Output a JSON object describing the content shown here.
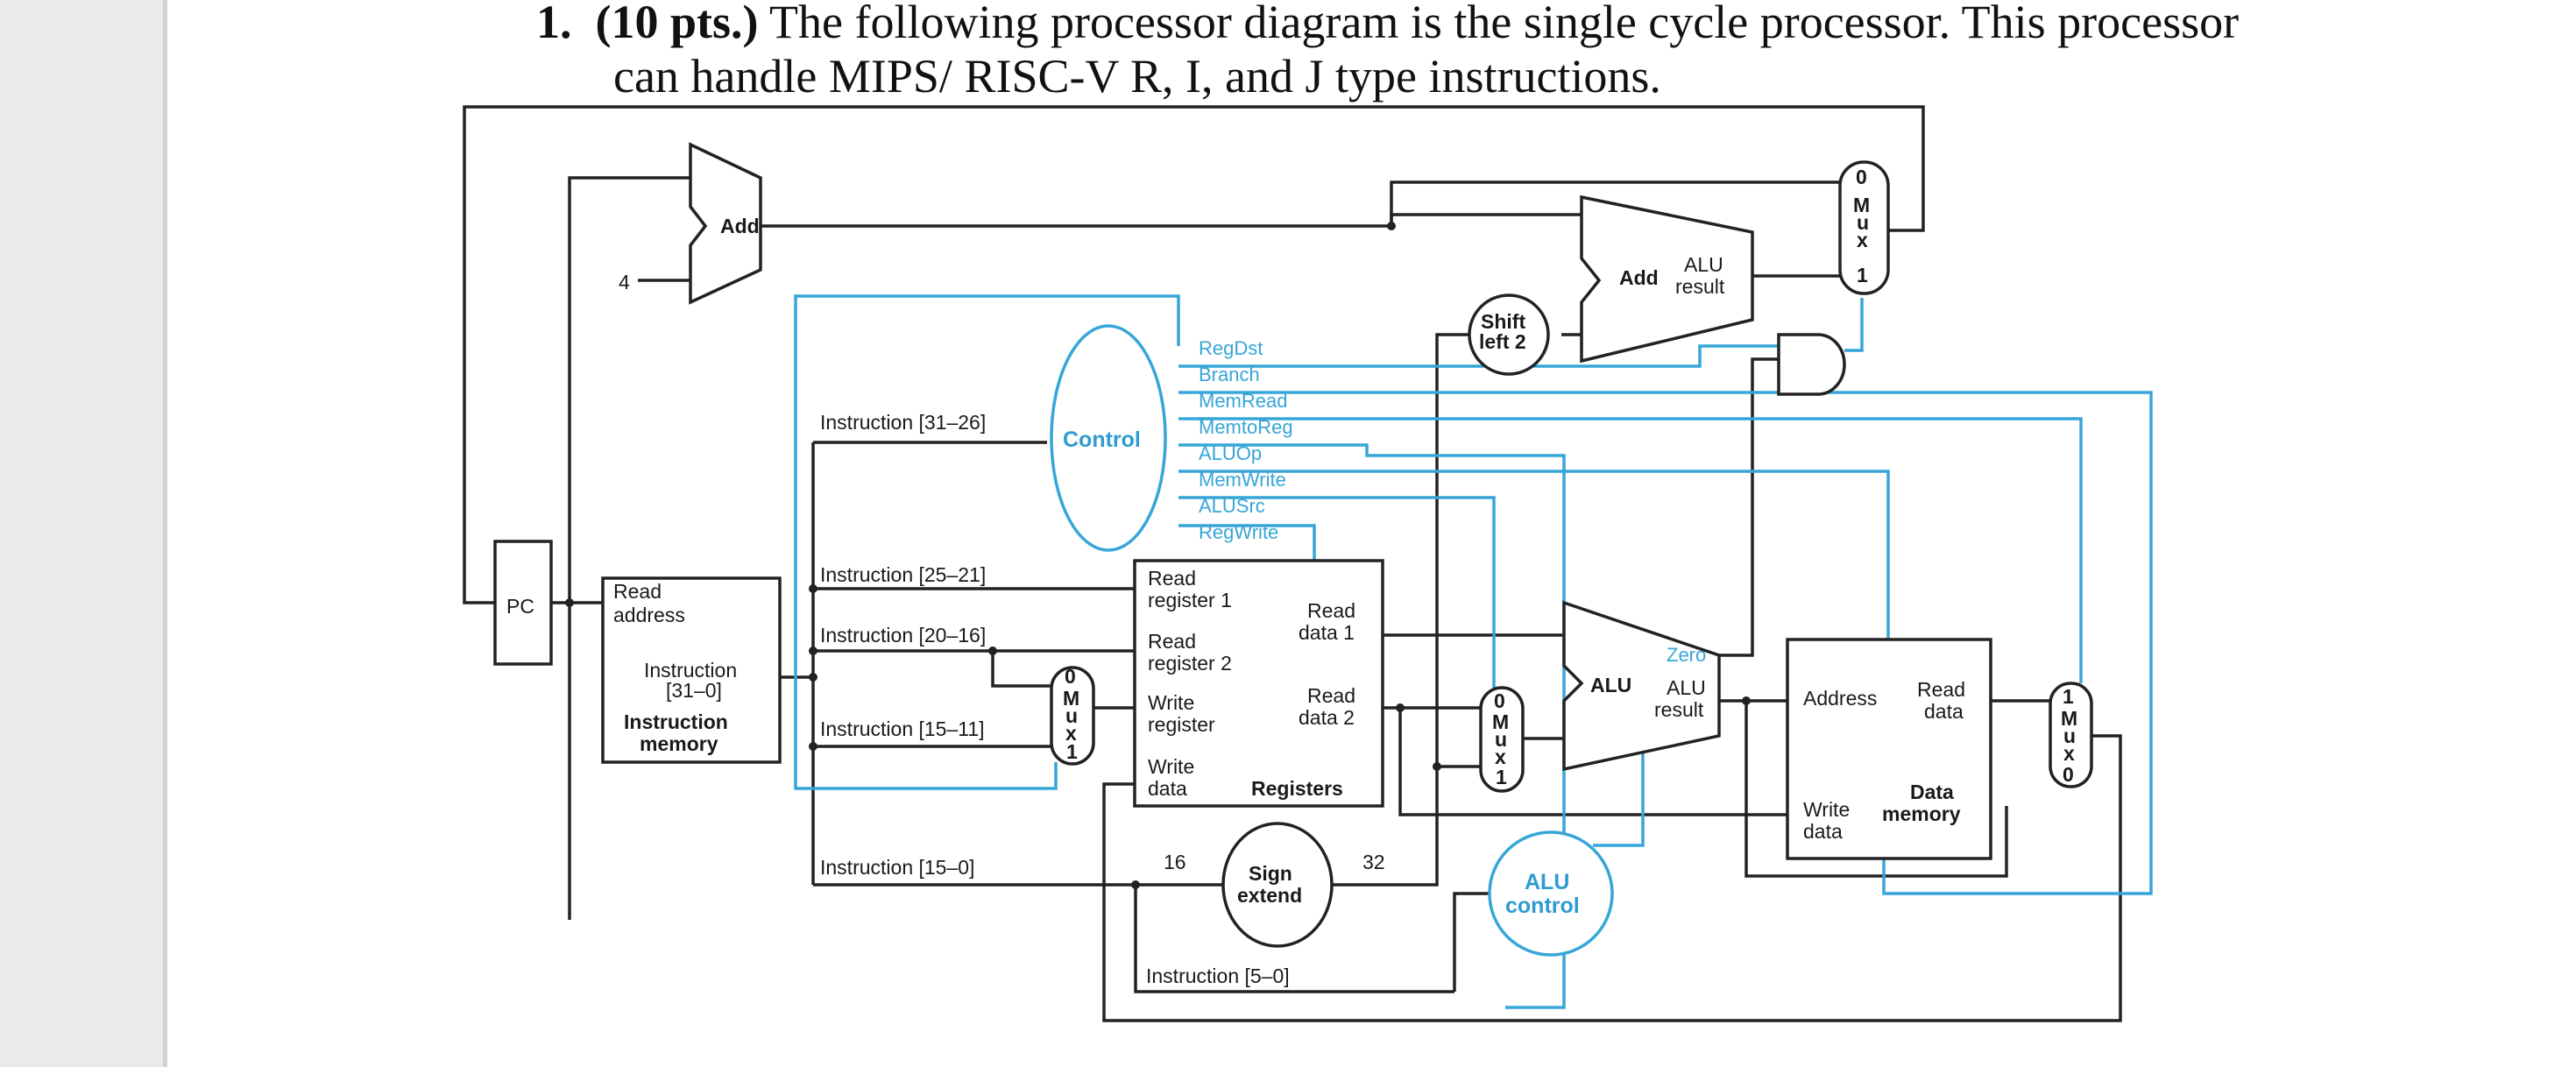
{
  "question": {
    "number": "1.",
    "points": "(10 pts.)",
    "text_line1": "The following processor diagram is the single cycle processor. This processor",
    "text_line2": "can handle MIPS/ RISC-V R, I, and J type instructions."
  },
  "diagram": {
    "pc": "PC",
    "add_top": "Add",
    "const_4": "4",
    "add_branch": "Add",
    "alu_result_top_1": "ALU",
    "alu_result_top_2": "result",
    "shift_1": "Shift",
    "shift_2": "left 2",
    "control": "Control",
    "control_signals": [
      "RegDst",
      "Branch",
      "MemRead",
      "MemtoReg",
      "ALUOp",
      "MemWrite",
      "ALUSrc",
      "RegWrite"
    ],
    "instr_31_26": "Instruction [31–26]",
    "instr_25_21": "Instruction [25–21]",
    "instr_20_16": "Instruction [20–16]",
    "instr_15_11": "Instruction [15–11]",
    "instr_15_0": "Instruction [15–0]",
    "instr_5_0": "Instruction [5–0]",
    "imem": {
      "read_1": "Read",
      "read_2": "address",
      "instr_1": "Instruction",
      "instr_2": "[31–0]",
      "name_1": "Instruction",
      "name_2": "memory"
    },
    "regs": {
      "rr1_1": "Read",
      "rr1_2": "register 1",
      "rr2_1": "Read",
      "rr2_2": "register 2",
      "wr_1": "Write",
      "wr_2": "register",
      "wd_1": "Write",
      "wd_2": "data",
      "rd1_1": "Read",
      "rd1_2": "data 1",
      "rd2_1": "Read",
      "rd2_2": "data 2",
      "name": "Registers"
    },
    "sign_1": "Sign",
    "sign_2": "extend",
    "bits_16": "16",
    "bits_32": "32",
    "alu": "ALU",
    "zero": "Zero",
    "alu_result_1": "ALU",
    "alu_result_2": "result",
    "alu_control_1": "ALU",
    "alu_control_2": "control",
    "dmem": {
      "address": "Address",
      "read_1": "Read",
      "read_2": "data",
      "write_1": "Write",
      "write_2": "data",
      "name_1": "Data",
      "name_2": "memory"
    },
    "mux_letters": [
      "M",
      "u",
      "x"
    ],
    "mux_zero": "0",
    "mux_one": "1"
  }
}
